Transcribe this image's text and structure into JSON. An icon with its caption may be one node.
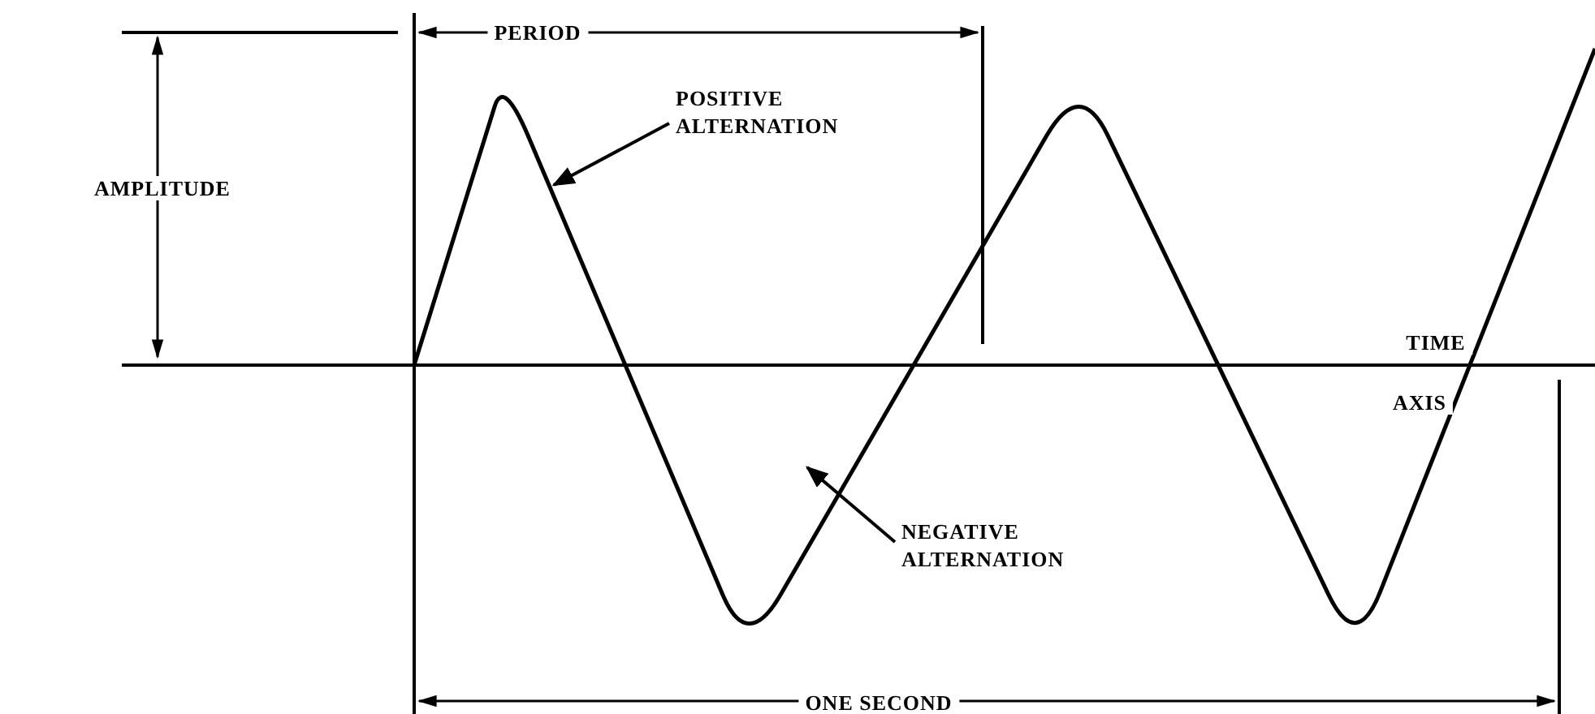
{
  "diagram": {
    "nodes": [
      {
        "text": [
          "POSITIVE ALTERNATION"
        ]
      },
      {
        "text": [
          "NEGATIVE ALTERNATION"
        ]
      }
    ],
    "edges": [
      {
        "from": 0,
        "to": null,
        "arrow": "to"
      },
      {
        "from": 1,
        "to": null,
        "arrow": "to"
      }
    ],
    "labels": [
      "PERIOD",
      "AMPLITUDE",
      "TIME",
      "AXIS",
      "ONE SECOND"
    ]
  }
}
